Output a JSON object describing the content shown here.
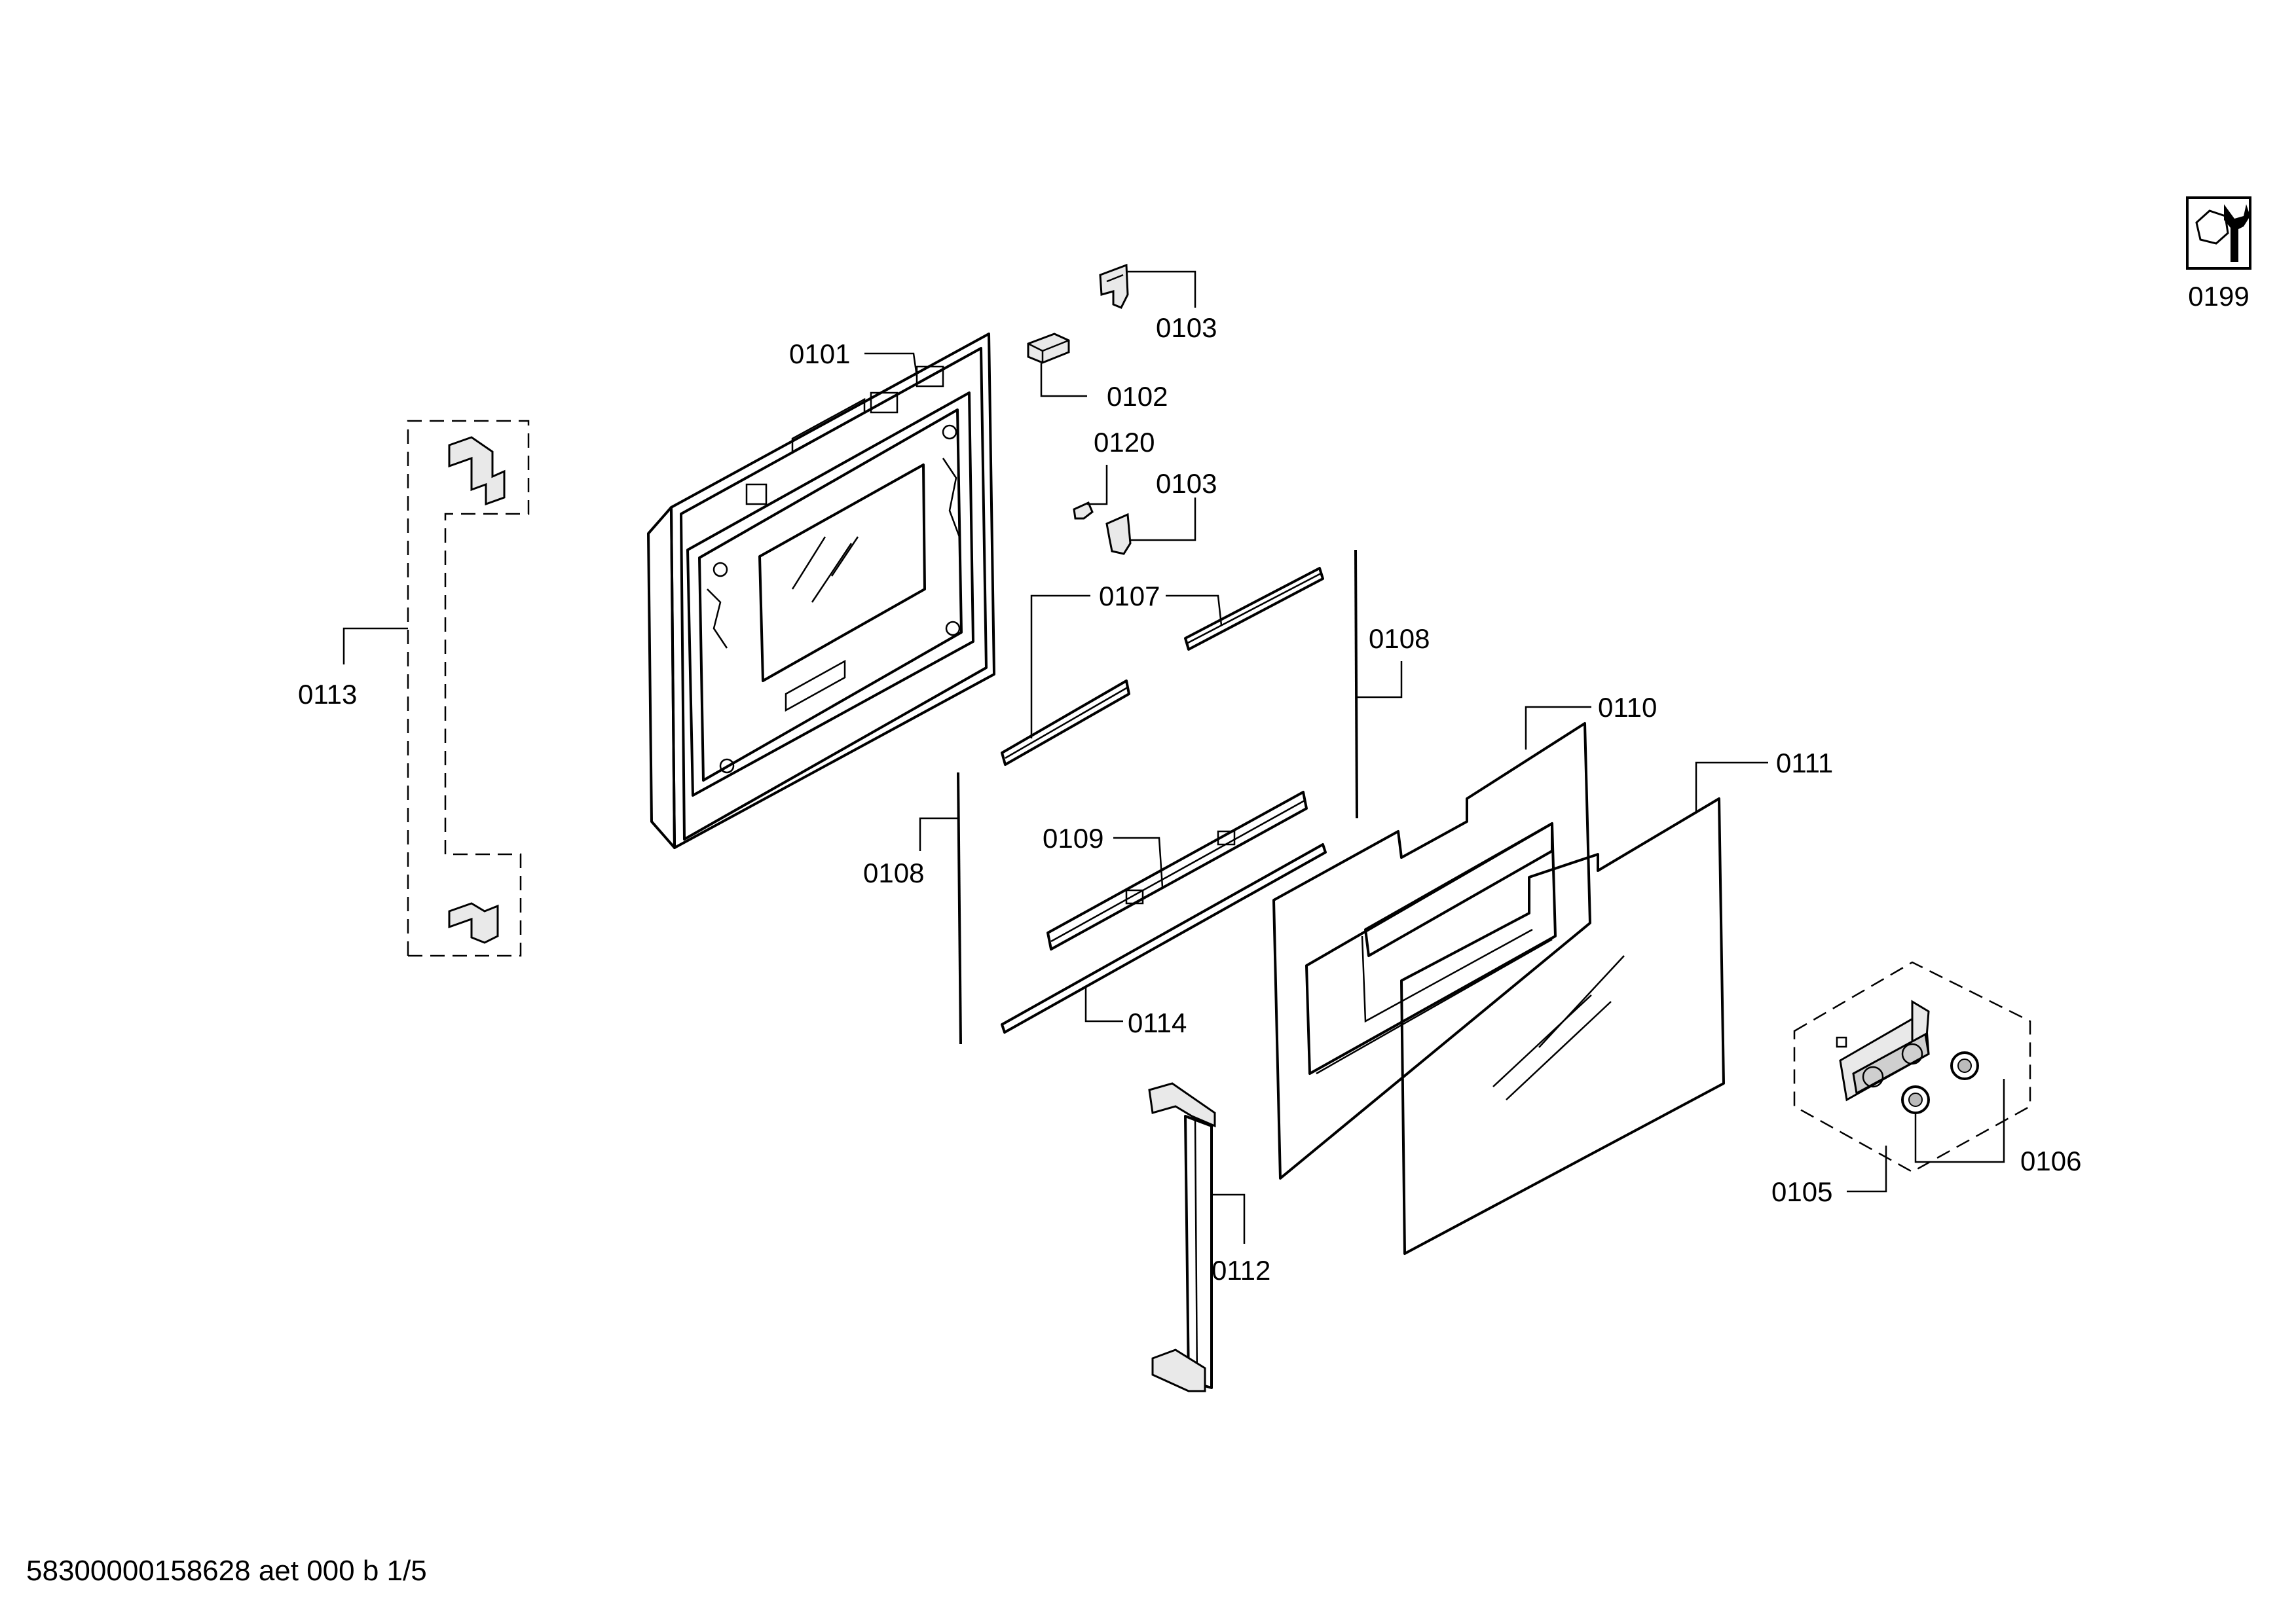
{
  "labels": {
    "p0101": "0101",
    "p0102": "0102",
    "p0103a": "0103",
    "p0103b": "0103",
    "p0105": "0105",
    "p0106": "0106",
    "p0107": "0107",
    "p0108a": "0108",
    "p0108b": "0108",
    "p0109": "0109",
    "p0110": "0110",
    "p0111": "0111",
    "p0112": "0112",
    "p0113": "0113",
    "p0114": "0114",
    "p0120": "0120",
    "p0199": "0199"
  },
  "footer": {
    "doc_id": "58300000158628 aet 000 b 1/5"
  },
  "icons": {
    "tool": "nut-and-wrench-icon"
  }
}
